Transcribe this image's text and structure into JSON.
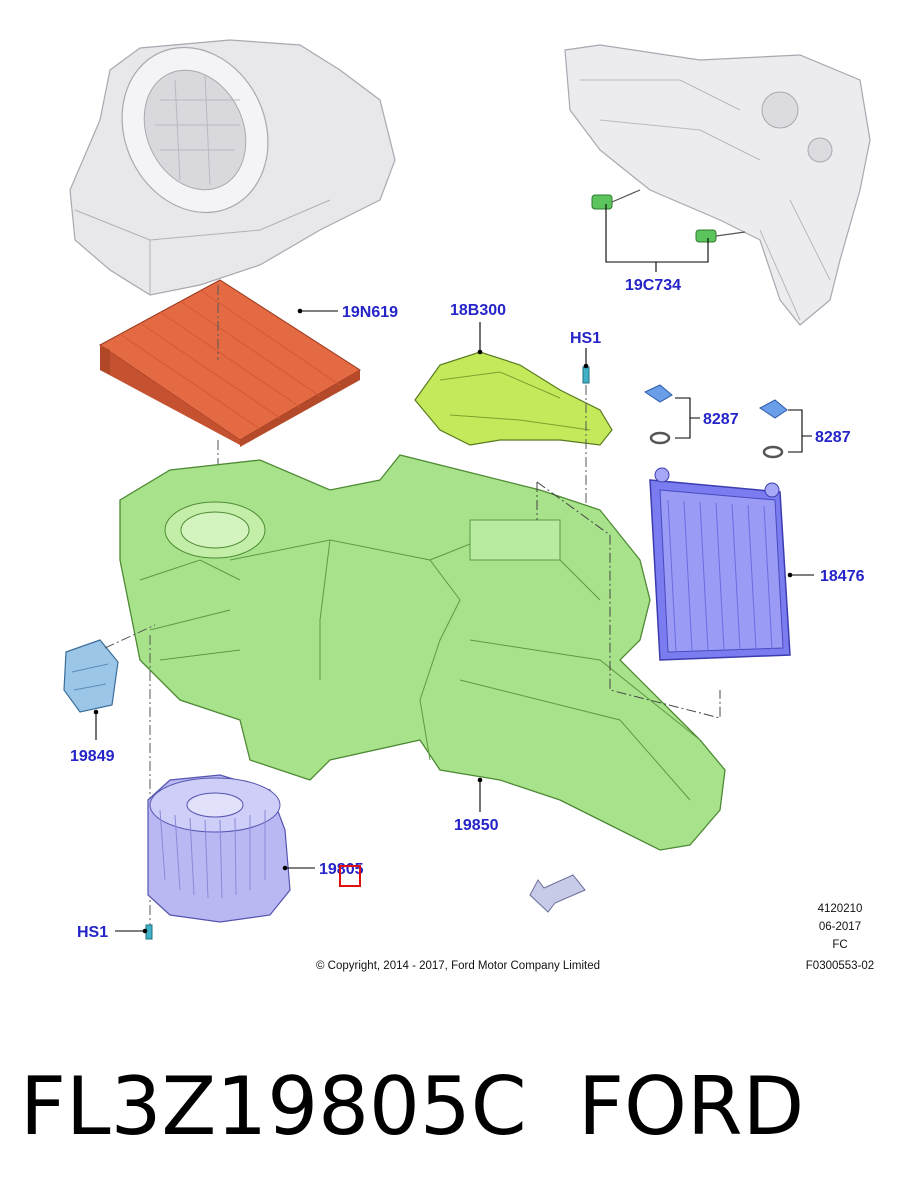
{
  "callouts": {
    "filter": "19N619",
    "duct": "18B300",
    "hs1_top": "HS1",
    "sensor": "19C734",
    "clip_left": "8287",
    "clip_right": "8287",
    "heater_core": "18476",
    "expansion_valve": "19849",
    "housing": "19850",
    "blower": "19805",
    "hs1_bottom": "HS1"
  },
  "meta": {
    "code": "4120210",
    "date": "06-2017",
    "fc": "FC",
    "figure": "F0300553-02"
  },
  "copyright": "© Copyright, 2014 - 2017, Ford Motor Company Limited",
  "footer": {
    "part_number": "FL3Z19805C",
    "brand": "FORD"
  },
  "colors": {
    "callout": "#2424c8",
    "filter": "#e0603a",
    "housing": "#9ee27a",
    "heater_core": "#7b7cf0",
    "blower": "#b9b8f3",
    "highlight": "#e01010"
  }
}
